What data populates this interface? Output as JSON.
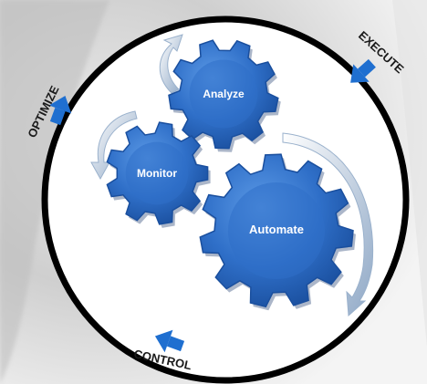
{
  "gears": {
    "analyze": {
      "label": "Analyze"
    },
    "monitor": {
      "label": "Monitor"
    },
    "automate": {
      "label": "Automate"
    }
  },
  "cycle": {
    "execute": {
      "label": "EXECUTE"
    },
    "control": {
      "label": "CONTROL"
    },
    "optimize": {
      "label": "OPTIMIZE"
    }
  },
  "colors": {
    "gear_fill": "#2f6fc8",
    "gear_dark": "#1a4f9e",
    "gear_light": "#6aa3e8",
    "ring": "#000000",
    "arrow_blue": "#1f6fd0",
    "curved_arrow": "#a9bed6",
    "background_gray": "#c8c8c8"
  }
}
